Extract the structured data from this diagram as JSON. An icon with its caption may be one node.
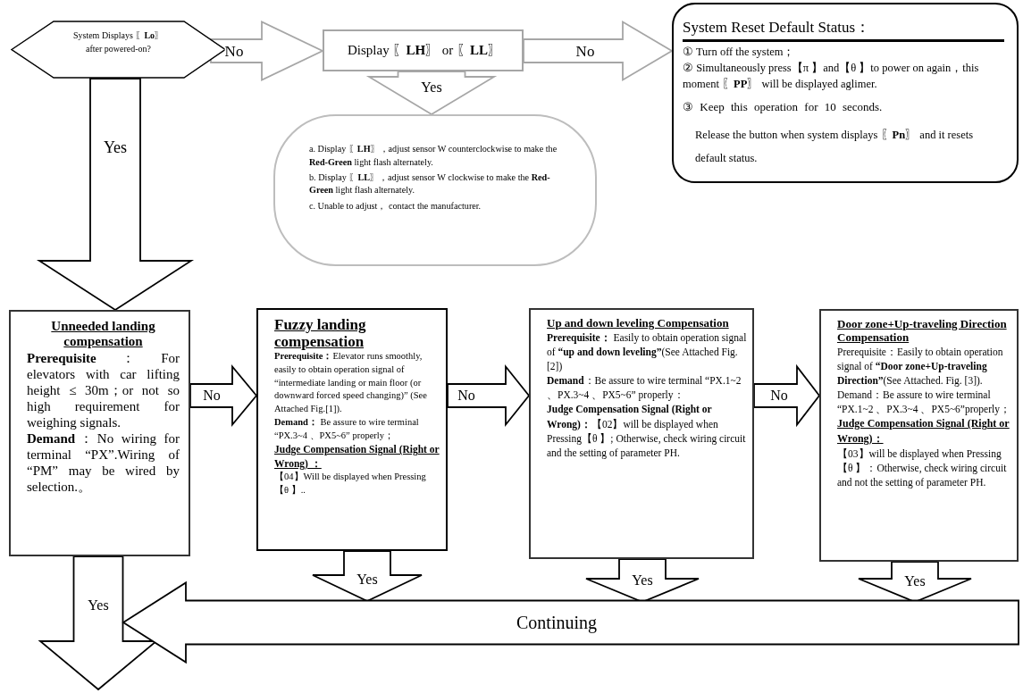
{
  "diagram": {
    "nodes": [
      {
        "text": [
          "System Displays 〖**Lo**〗 after powered-on?"
        ]
      },
      {
        "text": [
          "Display 〖**LH**〗 or 〖**LL**〗"
        ]
      },
      {
        "text": [
          "System Reset Default Status：",
          "① Turn off the system；",
          "② Simultaneously press【π 】and【θ 】to power on again，this moment 〖**PP**〗 will be displayed aglimer.",
          "③ Keep this operation for 10 seconds.",
          "Release the button when system displays 〖**Pn**〗 and it resets default status."
        ]
      },
      {
        "text": [
          "a. Display 〖**LH**〗，adjust sensor W counterclockwise to make the **Red-Green** light flash alternately.",
          "b. Display 〖**LL**〗，adjust sensor W clockwise to make the **Red-Green** light flash alternately.",
          "c. Unable to adjust， contact the manufacturer."
        ]
      },
      {
        "text": [
          "Unneeded landing compensation",
          "**Prerequisite**：For elevators with car lifting height ≤ 30m；or not so high requirement for weighing signals.",
          "**Demand**：No wiring for terminal “PX”.Wiring of “PM” may be wired by selection.。"
        ]
      },
      {
        "text": [
          "Fuzzy landing compensation",
          "**Prerequisite：**Elevator runs smoothly, easily to obtain operation signal of “intermediate landing or main floor (or downward forced speed changing)” (See Attached Fig.[1]).",
          "**Demand：** Be assure to wire terminal “PX.3~4 、PX5~6” properly；",
          "Judge Compensation Signal (Right or Wrong) ：",
          "【04】Will be displayed when Pressing 【θ 】.."
        ]
      },
      {
        "text": [
          "Up and down leveling Compensation",
          "**Prerequisite：** Easily to obtain operation signal of **“up and down leveling”**(See Attached Fig. [2])",
          "**Demand**：Be assure to wire terminal “PX.1~2 、PX.3~4 、PX5~6” properly：",
          "**Judge Compensation Signal (Right or Wrong)：**【02】will be displayed when Pressing【θ 】; Otherwise, check wiring circuit and the setting of parameter PH."
        ]
      },
      {
        "text": [
          "Door zone+Up-traveling Direction Compensation",
          "Prerequisite：Easily to obtain operation signal of **“Door zone+Up-traveling Direction”**(See Attached. Fig. [3]).",
          "Demand：Be assure to wire terminal “PX.1~2 、PX.3~4 、PX5~6”properly；",
          "Judge Compensation Signal (Right or Wrong)：",
          "【03】will be displayed when Pressing 【θ 】：Otherwise, check wiring circuit and not the setting of parameter PH."
        ]
      }
    ],
    "edges": [
      {
        "from": 0,
        "to": 1,
        "arrow": "to",
        "label": "No",
        "color": "#a6a6a6"
      },
      {
        "from": 1,
        "to": 2,
        "arrow": "to",
        "label": "No",
        "color": "#a6a6a6"
      },
      {
        "from": 1,
        "to": 3,
        "arrow": "to",
        "label": "Yes",
        "color": "#a6a6a6"
      },
      {
        "from": 0,
        "to": 4,
        "arrow": "to",
        "label": "Yes"
      },
      {
        "from": 4,
        "to": 5,
        "arrow": "to",
        "label": "No"
      },
      {
        "from": 5,
        "to": 6,
        "arrow": "to",
        "label": "No"
      },
      {
        "from": 6,
        "to": 7,
        "arrow": "to",
        "label": "No"
      },
      {
        "from": 5,
        "to": null,
        "arrow": "to",
        "label": "Yes"
      },
      {
        "from": 6,
        "to": null,
        "arrow": "to",
        "label": "Yes"
      },
      {
        "from": 7,
        "to": null,
        "arrow": "to",
        "label": "Yes"
      },
      {
        "from": 4,
        "to": null,
        "arrow": "to",
        "label": "Yes"
      }
    ],
    "labels": [
      "Continuing"
    ]
  }
}
